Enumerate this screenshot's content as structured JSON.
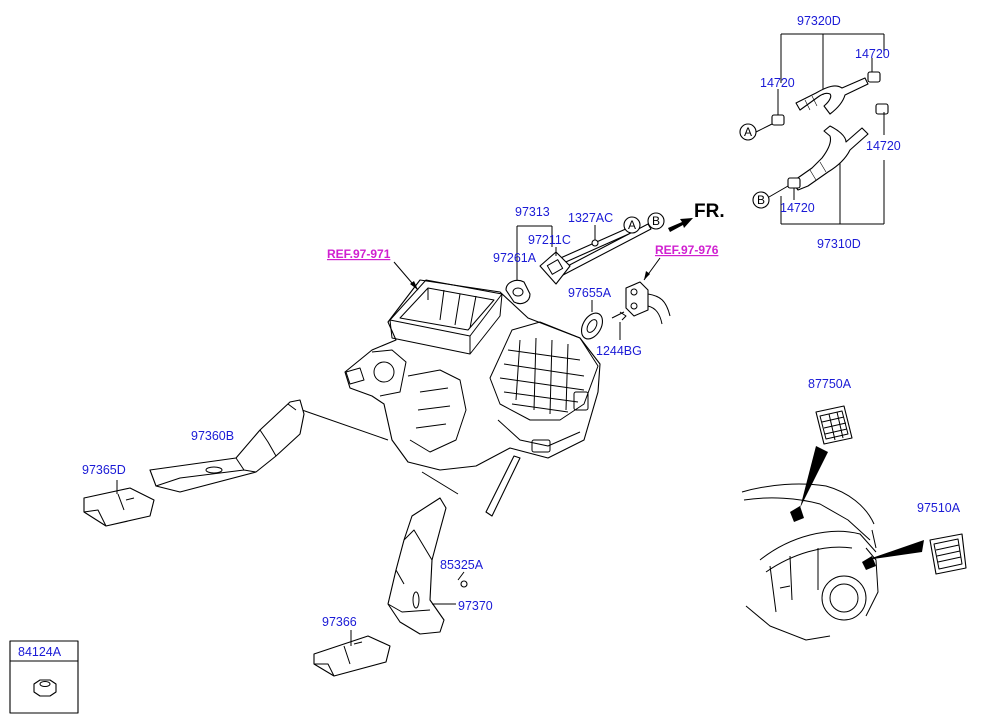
{
  "diagram": {
    "direction_label": "FR.",
    "ref_labels": {
      "ref1": "REF.97-971",
      "ref2": "REF.97-976"
    },
    "circle_markers": {
      "a": "A",
      "b": "B"
    },
    "part_numbers": {
      "p97320D": "97320D",
      "p14720_top_right": "14720",
      "p14720_left": "14720",
      "p14720_right": "14720",
      "p14720_bottom": "14720",
      "p97310D": "97310D",
      "p97313": "97313",
      "p1327AC": "1327AC",
      "p97211C": "97211C",
      "p97261A": "97261A",
      "p97655A": "97655A",
      "p1244BG": "1244BG",
      "p87750A": "87750A",
      "p97510A": "97510A",
      "p97360B": "97360B",
      "p97365D": "97365D",
      "p85325A": "85325A",
      "p97370": "97370",
      "p97366": "97366",
      "p84124A": "84124A"
    }
  }
}
